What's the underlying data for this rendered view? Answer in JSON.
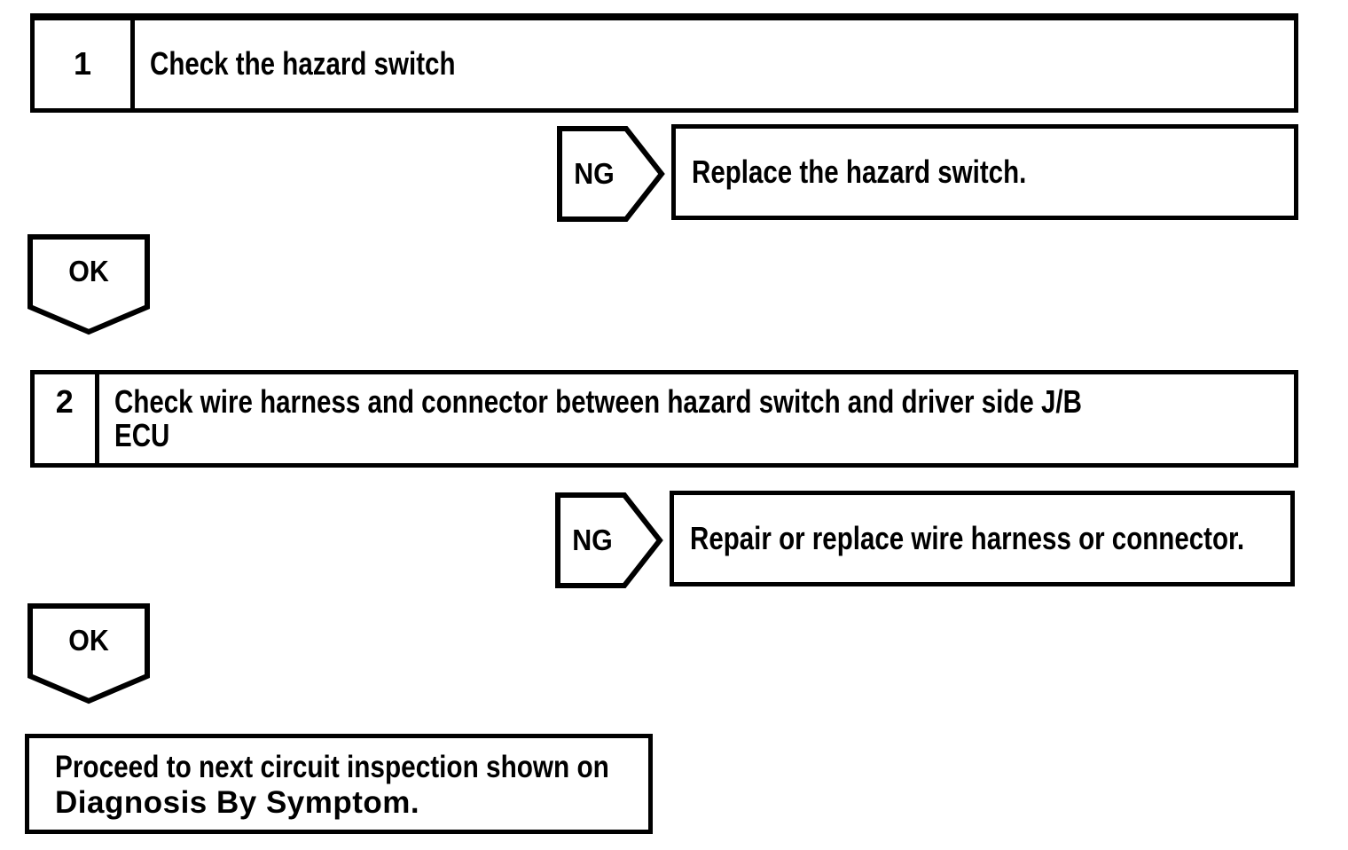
{
  "page": {
    "background": "#ffffff",
    "ink": "#000000"
  },
  "flowchart": {
    "steps": [
      {
        "number": "1",
        "title_lines": [
          "Check the hazard switch"
        ],
        "ng": {
          "label": "NG",
          "result": "Replace the hazard switch."
        },
        "ok": {
          "label": "OK"
        }
      },
      {
        "number": "2",
        "title_lines": [
          "Check wire harness and connector between hazard switch and driver side J/B",
          "ECU"
        ],
        "ng": {
          "label": "NG",
          "result": "Repair or replace wire harness or connector."
        },
        "ok": {
          "label": "OK"
        }
      }
    ],
    "final_box": {
      "lines": [
        "Proceed to next circuit inspection shown on",
        "Diagnosis By Symptom."
      ]
    }
  }
}
